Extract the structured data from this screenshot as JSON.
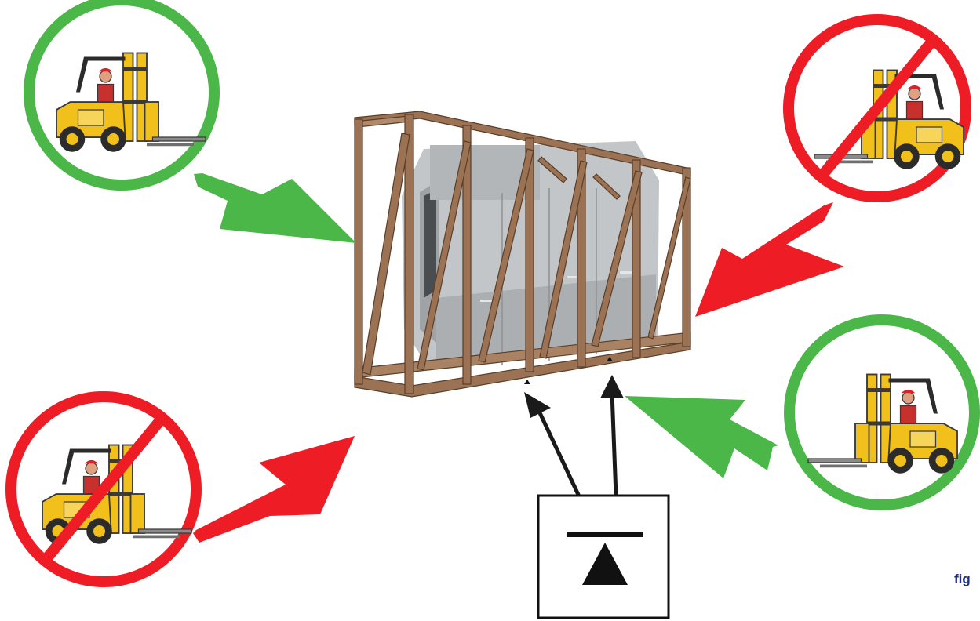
{
  "figure": {
    "label": "fig",
    "label_color": "#1f2f86"
  },
  "colors": {
    "allowed": "#4bb748",
    "forbidden": "#ee1c25",
    "lift_point": "#111111",
    "crate_wood": "#9b7354",
    "machine": "#bfc2c4",
    "forklift": "#f2c01a"
  },
  "forklift_positions": [
    {
      "id": "top-left",
      "status": "allowed",
      "icon": "forklift-allowed-icon"
    },
    {
      "id": "top-right",
      "status": "forbidden",
      "icon": "forklift-forbidden-icon"
    },
    {
      "id": "bottom-left",
      "status": "forbidden",
      "icon": "forklift-forbidden-icon"
    },
    {
      "id": "bottom-right",
      "status": "allowed",
      "icon": "forklift-allowed-icon"
    }
  ],
  "lift_point_symbol": {
    "icon": "lift-point-symbol-icon"
  }
}
